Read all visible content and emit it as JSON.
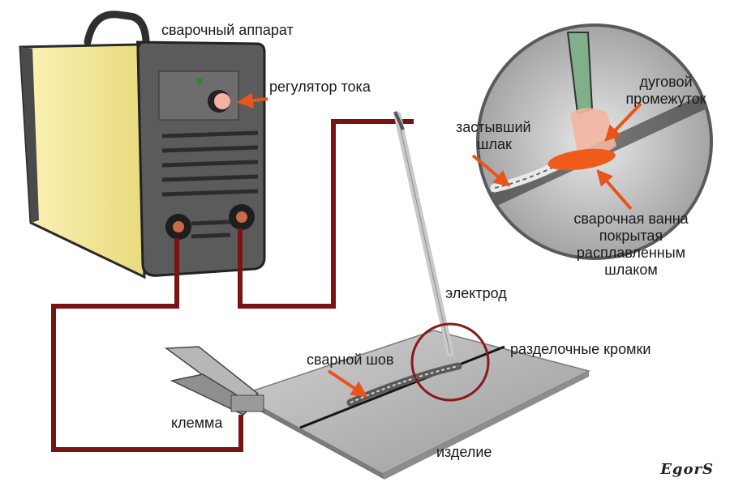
{
  "labels": {
    "welding_machine": "сварочный аппарат",
    "current_regulator": "регулятор тока",
    "electrode": "электрод",
    "weld_seam": "сварной шов",
    "groove_edges": "разделочные кромки",
    "clamp": "клемма",
    "workpiece": "изделие",
    "arc_gap_line1": "дуговой",
    "arc_gap_line2": "промежуток",
    "solid_slag_line1": "застывший",
    "solid_slag_line2": "шлак",
    "weld_pool_line1": "сварочная ванна",
    "weld_pool_line2": "покрытая",
    "weld_pool_line3": "расплавленным",
    "weld_pool_line4": "шлаком"
  },
  "signature": "EgorS",
  "colors": {
    "cable": "#7a1414",
    "arrow": "#e8541a",
    "machine_body": "#f3e79a",
    "machine_panel": "#5a5a5a",
    "plate": "#b9b9b9",
    "weld_pool": "#f05a1a"
  }
}
